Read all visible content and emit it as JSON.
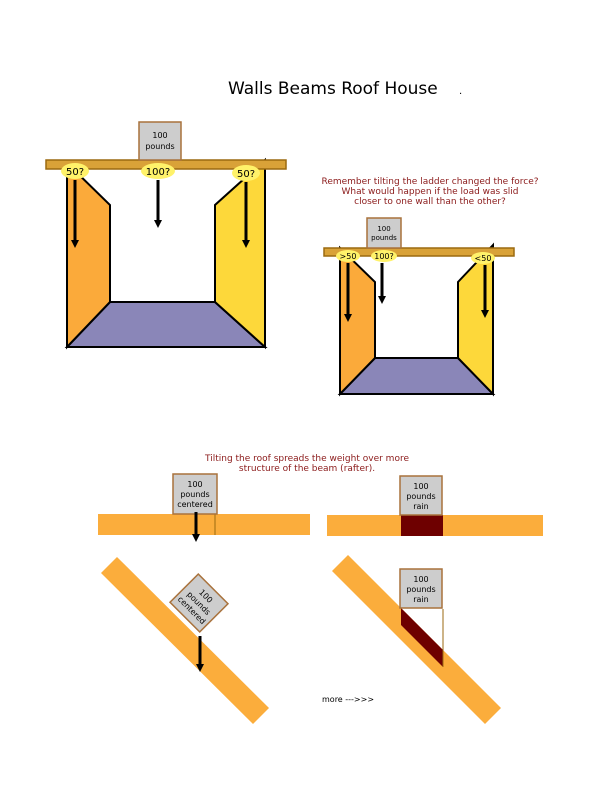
{
  "page": {
    "title": "Walls Beams Roof  House",
    "title_dot": ".",
    "more_link": "more --->>>"
  },
  "diagram1": {
    "load_label": [
      "100",
      "pounds"
    ],
    "left_force": "50?",
    "center_force": "100?",
    "right_force": "50?"
  },
  "diagram2": {
    "note": [
      "Remember tilting the ladder changed the force?",
      "What would happen if the load was slid",
      "closer to one wall than the other?"
    ],
    "load_label": [
      "100",
      "pounds"
    ],
    "left_force": ">50",
    "center_force": "100?",
    "right_force": "<50"
  },
  "beams": {
    "note": [
      "Tilting the roof  spreads the weight over more",
      "structure of the beam (rafter)."
    ],
    "centered_load": [
      "100",
      "pounds",
      "centered"
    ],
    "rain_load": [
      "100",
      "pounds",
      "rain"
    ]
  },
  "colors": {
    "beam": "#FBAD3C",
    "beam_stroke": "#9B6A10",
    "roof_beam": "#D9A238",
    "wall_orange": "#FBAA3A",
    "wall_yellow": "#FDD83A",
    "floor": "#8A86B8",
    "label_bubble": "#FFF26A",
    "box_fill": "#CDCDCD",
    "box_stroke": "#A9723C",
    "rain": "#6E0000",
    "text_red": "#8B1A1A"
  }
}
